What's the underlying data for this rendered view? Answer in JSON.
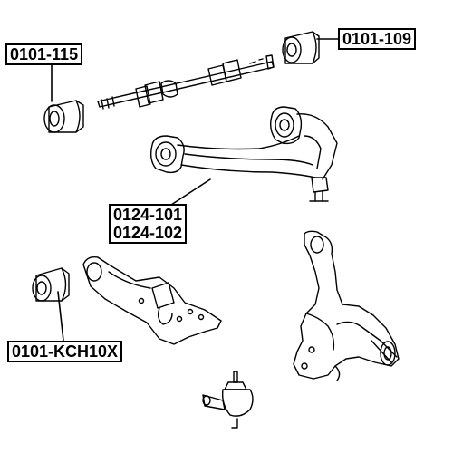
{
  "labels": {
    "part_0101_115": "0101-115",
    "part_0101_109": "0101-109",
    "part_0124_101": "0124-101",
    "part_0124_102": "0124-102",
    "part_0101_kch10x": "0101-KCH10X"
  },
  "colors": {
    "line": "#000000",
    "background": "#ffffff"
  }
}
